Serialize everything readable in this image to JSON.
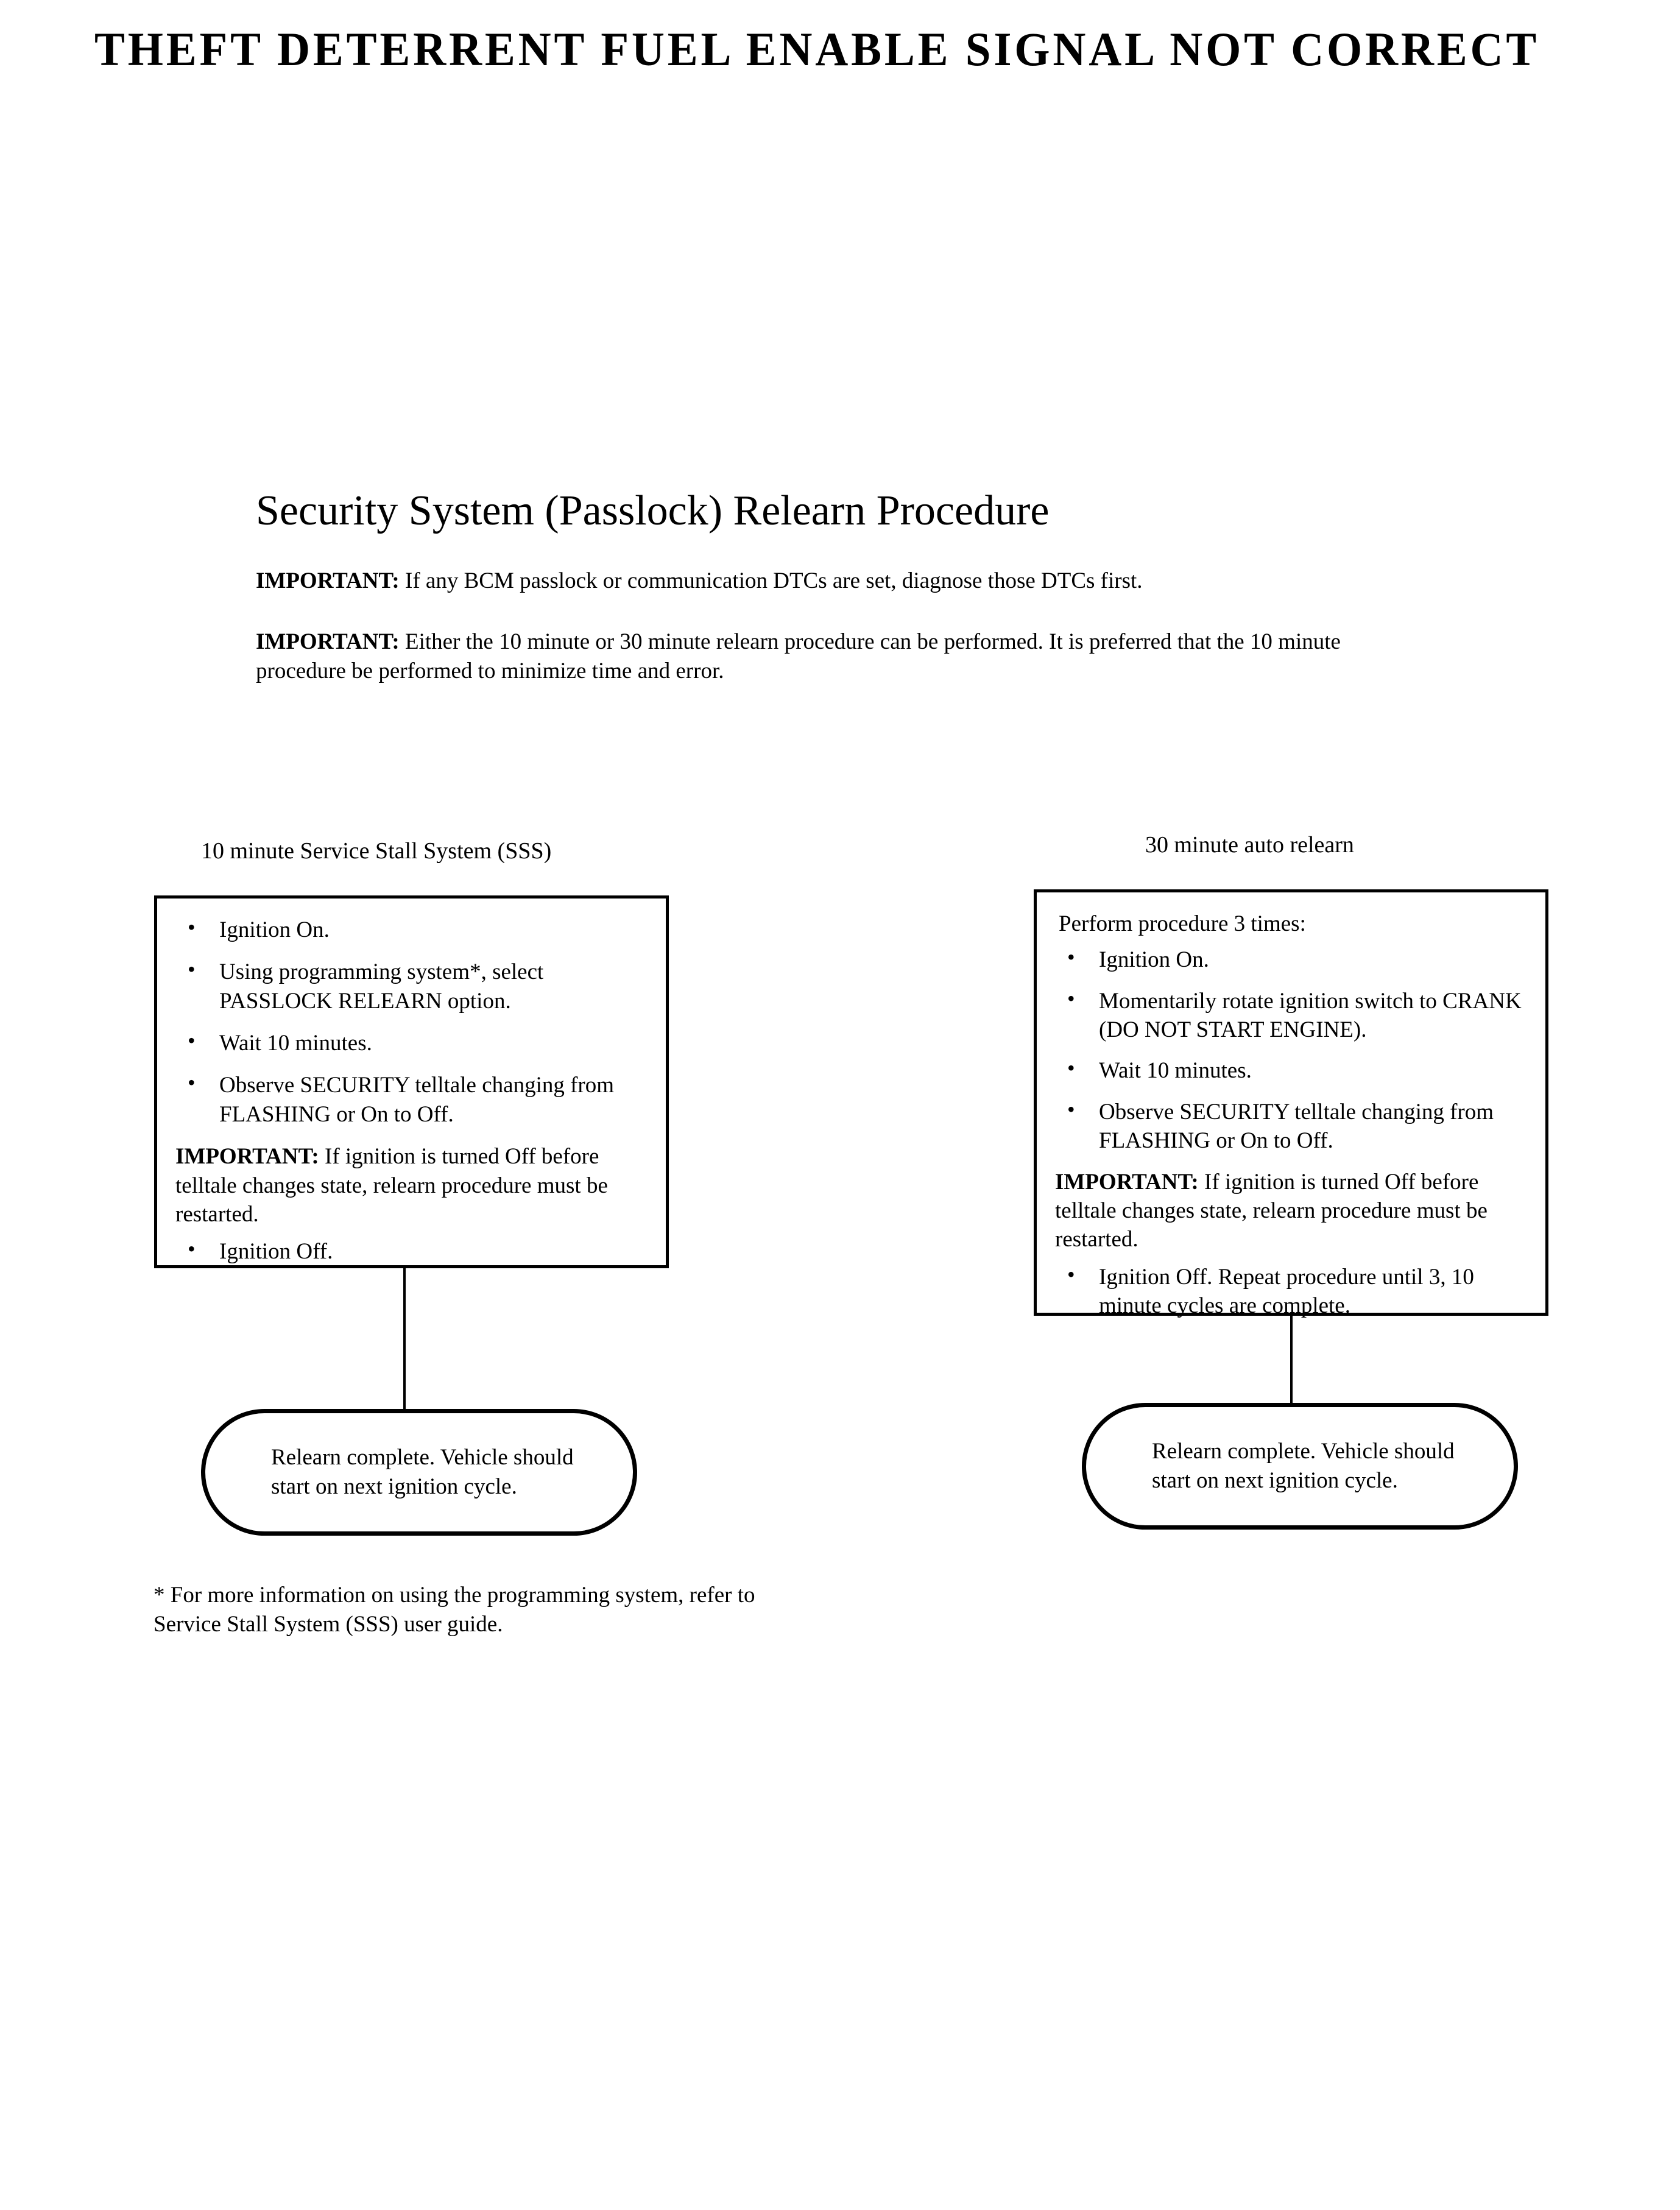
{
  "banner": {
    "title": "THEFT DETERRENT FUEL ENABLE SIGNAL NOT CORRECT"
  },
  "heading": "Security System (Passlock) Relearn Procedure",
  "notes": [
    {
      "label": "IMPORTANT:",
      "text": " If any BCM passlock or communication DTCs are set, diagnose those DTCs first."
    },
    {
      "label": "IMPORTANT:",
      "text": " Either the 10 minute or 30 minute relearn procedure can be performed. It is preferred that the 10 minute procedure be performed to minimize time and error."
    }
  ],
  "columns": {
    "left": {
      "caption": "10 minute Service Stall System (SSS)",
      "lead": "",
      "bullets_before": [
        "Ignition On.",
        "Using programming system*, select PASSLOCK RELEARN option.",
        "Wait 10 minutes.",
        "Observe SECURITY telltale changing from FLASHING or On to Off."
      ],
      "note": {
        "label": "IMPORTANT:",
        "text": "  If ignition is turned Off before telltale changes state, relearn procedure must be restarted."
      },
      "bullets_after": [
        "Ignition Off."
      ],
      "terminator": "Relearn complete. Vehicle should start on next ignition cycle."
    },
    "right": {
      "caption": "30 minute auto relearn",
      "lead": "Perform procedure 3 times:",
      "bullets_before": [
        "Ignition On.",
        "Momentarily rotate ignition switch to CRANK (DO NOT START ENGINE).",
        "Wait 10 minutes.",
        "Observe SECURITY telltale changing from FLASHING or On to Off."
      ],
      "note": {
        "label": "IMPORTANT:",
        "text": "  If ignition is turned Off before telltale changes state, relearn procedure must be restarted."
      },
      "bullets_after": [
        "Ignition Off. Repeat procedure until 3, 10 minute cycles are complete."
      ],
      "terminator": "Relearn complete. Vehicle should start on next ignition cycle."
    }
  },
  "footnote": "*  For more information on using the programming system, refer to Service Stall System (SSS) user guide."
}
